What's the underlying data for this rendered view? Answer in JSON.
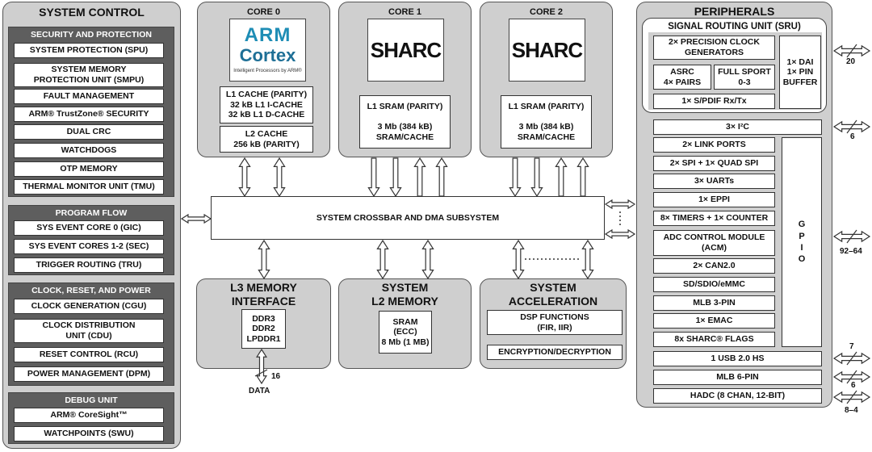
{
  "system_control": {
    "title": "SYSTEM CONTROL",
    "security": {
      "header": "SECURITY AND PROTECTION",
      "items": [
        "SYSTEM PROTECTION (SPU)",
        "SYSTEM MEMORY\nPROTECTION UNIT (SMPU)",
        "FAULT MANAGEMENT",
        "ARM® TrustZone® SECURITY",
        "DUAL CRC",
        "WATCHDOGS",
        "OTP MEMORY",
        "THERMAL MONITOR UNIT (TMU)"
      ]
    },
    "program_flow": {
      "header": "PROGRAM FLOW",
      "items": [
        "SYS EVENT CORE 0 (GIC)",
        "SYS EVENT CORES 1-2 (SEC)",
        "TRIGGER ROUTING (TRU)"
      ]
    },
    "clock": {
      "header": "CLOCK, RESET, AND POWER",
      "items": [
        "CLOCK GENERATION (CGU)",
        "CLOCK DISTRIBUTION\nUNIT (CDU)",
        "RESET CONTROL (RCU)",
        "POWER MANAGEMENT (DPM)"
      ]
    },
    "debug": {
      "header": "DEBUG UNIT",
      "items": [
        "ARM® CoreSight™",
        "WATCHPOINTS (SWU)"
      ]
    }
  },
  "cores": [
    {
      "title": "CORE 0",
      "logo_top": "ARM",
      "logo_main": "Cortex",
      "logo_tag": "Intelligent Processors by ARM®",
      "cache": "L1 CACHE (PARITY)\n32 kB L1 I-CACHE\n32 kB L1 D-CACHE",
      "l2": "L2 CACHE\n256 kB (PARITY)"
    },
    {
      "title": "CORE 1",
      "logo_main": "SHARC",
      "sram": "L1 SRAM (PARITY)\n\n3 Mb (384 kB)\nSRAM/CACHE"
    },
    {
      "title": "CORE 2",
      "logo_main": "SHARC",
      "sram": "L1 SRAM (PARITY)\n\n3 Mb (384 kB)\nSRAM/CACHE"
    }
  ],
  "crossbar": "SYSTEM CROSSBAR AND DMA SUBSYSTEM",
  "l3": {
    "title": "L3 MEMORY\nINTERFACE",
    "content": "DDR3\nDDR2\nLPDDR1",
    "bus_width": "16",
    "data_label": "DATA"
  },
  "l2": {
    "title": "SYSTEM\nL2 MEMORY",
    "content": "SRAM\n(ECC)\n8 Mb (1 MB)"
  },
  "accel": {
    "title": "SYSTEM\nACCELERATION",
    "dsp": "DSP FUNCTIONS\n(FIR, IIR)",
    "crypto": "ENCRYPTION/DECRYPTION"
  },
  "peripherals": {
    "title": "PERIPHERALS",
    "sru": {
      "title": "SIGNAL ROUTING UNIT (SRU)",
      "pcg": "2× PRECISION CLOCK\nGENERATORS",
      "asrc": "ASRC\n4× PAIRS",
      "sport": "FULL SPORT\n0-3",
      "spdif": "1× S/PDIF Rx/Tx",
      "dai": "1× DAI\n1× PIN\nBUFFER"
    },
    "twi": "3× I²C",
    "gpio_items": [
      "2× LINK PORTS",
      "2× SPI + 1× QUAD SPI",
      "3× UARTs",
      "1× EPPI",
      "8× TIMERS + 1× COUNTER",
      "ADC CONTROL MODULE\n(ACM)",
      "2× CAN2.0",
      "SD/SDIO/eMMC",
      "MLB 3-PIN",
      "1× EMAC",
      "8x SHARC® FLAGS"
    ],
    "gpio": "G\nP\nI\nO",
    "bottom_items": [
      "1 USB 2.0 HS",
      "MLB 6-PIN",
      "HADC (8 CHAN, 12-BIT)"
    ]
  },
  "pin_counts": {
    "dai": "20",
    "i2c": "6",
    "gpio": "92–64",
    "usb": "7",
    "mlb": "6",
    "hadc": "8–4"
  }
}
